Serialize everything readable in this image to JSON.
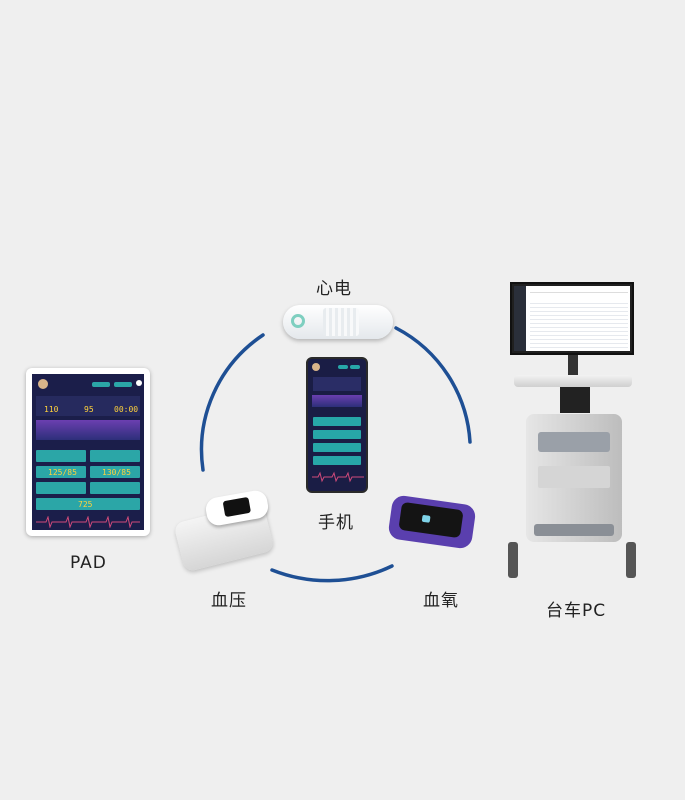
{
  "labels": {
    "ecg": "心电",
    "phone": "手机",
    "pad": "PAD",
    "blood_pressure": "血压",
    "blood_oxygen": "血氧",
    "cart_pc": "台车PC"
  },
  "pad_screen": {
    "readings": [
      "110",
      "95",
      "00:00"
    ],
    "bp_values": [
      "125/85",
      "130/85"
    ],
    "bottom_value": "725"
  },
  "colors": {
    "arc": "#1e4f94",
    "screen_bg": "#1b1e4a",
    "tile": "#2ba6a7",
    "oximeter": "#5a3fae"
  }
}
